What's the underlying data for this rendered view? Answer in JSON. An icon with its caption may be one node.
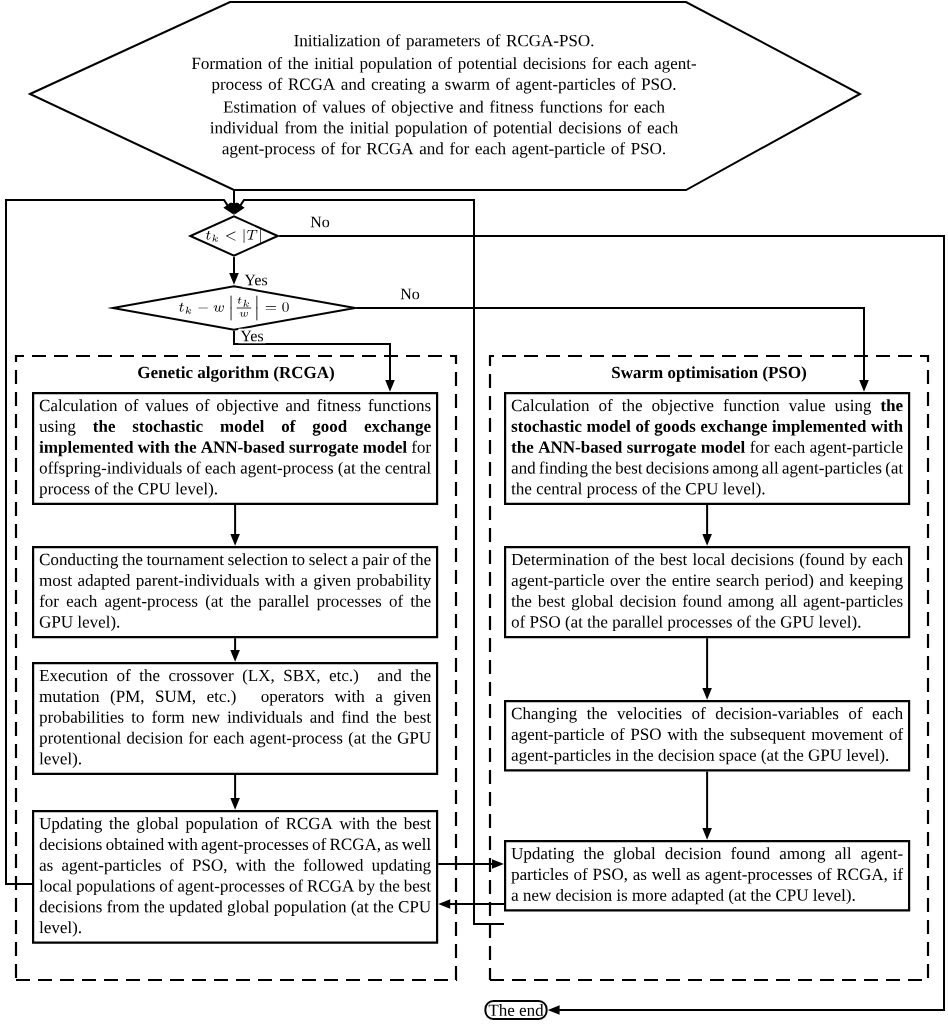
{
  "diagram": {
    "nodes": [
      {
        "text": [
          "Initialization of parameters of RCGA-PSO.",
          "Formation of the initial population of potential decisions for each agent-process of RCGA and creating a swarm of agent-particles of PSO.",
          "Estimation of values of objective and fitness functions for each individual from the initial population of potential decisions of each agent-process of for RCGA and for each agent-particle of PSO."
        ]
      },
      {
        "text": [
          "t_k<\\left|T\\right|"
        ]
      },
      {
        "text": [
          "t_k-w\\left|\\frac{t_k}{w}\\right|=0"
        ]
      },
      {
        "text": [
          "Genetic algorithm (RCGA)"
        ]
      },
      {
        "text": [
          "Calculation of values of objective and fitness functions using **the stochastic model of good exchange implemented with the ANN-based surrogate model** for offspring-individuals of each agent-process (at the central process of the CPU level)."
        ],
        "in": 3
      },
      {
        "text": [
          "Conducting the tournament selection to select a pair of the most adapted parent-individuals with a given probability for each agent-process (at the parallel processes of the GPU level)."
        ],
        "in": 3
      },
      {
        "text": [
          "Execution of the crossover (LX, SBX, etc.) and the mutation (PM, SUM, etc.) operators with a given probabilities to form new individuals and find the best protentional decision for each agent-process (at the GPU level)."
        ],
        "in": 3
      },
      {
        "text": [
          "Updating the global population of RCGA with the best decisions obtained with agent-processes of RCGA, as well as agent-particles of PSO, with the followed updating local populations of agent-processes of RCGA by the best decisions from the updated global population (at the CPU level)."
        ],
        "in": 3
      },
      {
        "text": [
          "Swarm optimisation (PSO)"
        ]
      },
      {
        "text": [
          "Calculation of the objective function value using **the stochastic model of goods exchange implemented with the ANN-based surrogate model** for each agent-particle and finding the best decisions among all agent-particles (at the central process of the CPU level)."
        ],
        "in": 8
      },
      {
        "text": [
          "Determination of the best local decisions (found by each agent-particle over the entire search period) and keeping the best global decision found among all agent-particles of PSO (at the parallel processes of the GPU level)."
        ],
        "in": 8
      },
      {
        "text": [
          "Changing the velocities of decision-variables of each agent-particle of PSO with the subsequent movement of agent-particles in the decision space (at the GPU level)."
        ],
        "in": 8
      },
      {
        "text": [
          "Updating the global decision found among all agent-particles of PSO, as well as agent-processes of RCGA, if a new decision is more adapted (at the CPU level)."
        ],
        "in": 8
      },
      {
        "text": [
          "The end"
        ]
      }
    ],
    "edges": [
      {
        "from": 0,
        "to": 1,
        "arrow": "to"
      },
      {
        "from": 1,
        "to": 2,
        "arrow": "to",
        "label": "Yes"
      },
      {
        "from": 1,
        "to": 13,
        "arrow": "to",
        "label": "No"
      },
      {
        "from": 2,
        "to": 4,
        "arrow": "to",
        "label": "Yes"
      },
      {
        "from": 2,
        "to": 9,
        "arrow": "to",
        "label": "No"
      },
      {
        "from": 4,
        "to": 5,
        "arrow": "to"
      },
      {
        "from": 5,
        "to": 6,
        "arrow": "to"
      },
      {
        "from": 6,
        "to": 7,
        "arrow": "to"
      },
      {
        "from": 9,
        "to": 10,
        "arrow": "to"
      },
      {
        "from": 10,
        "to": 11,
        "arrow": "to"
      },
      {
        "from": 11,
        "to": 12,
        "arrow": "to"
      },
      {
        "from": 7,
        "to": 12,
        "arrow": "to"
      },
      {
        "from": 12,
        "to": 7,
        "arrow": "to"
      },
      {
        "from": 7,
        "to": 1,
        "arrow": "to"
      },
      {
        "from": 12,
        "to": 1,
        "arrow": "to"
      }
    ]
  }
}
